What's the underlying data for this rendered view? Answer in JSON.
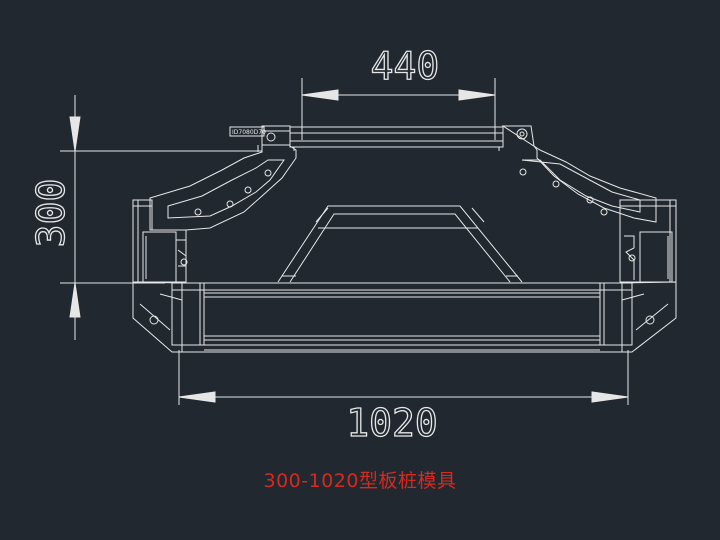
{
  "drawing": {
    "dimensions": {
      "top_width": "440",
      "height": "300",
      "bottom_width": "1020"
    },
    "small_label": "ID7080D70"
  },
  "caption": "300-1020型板桩模具",
  "colors": {
    "background": "#212830",
    "lines": "#e6e6e6",
    "caption": "#d42a20"
  }
}
